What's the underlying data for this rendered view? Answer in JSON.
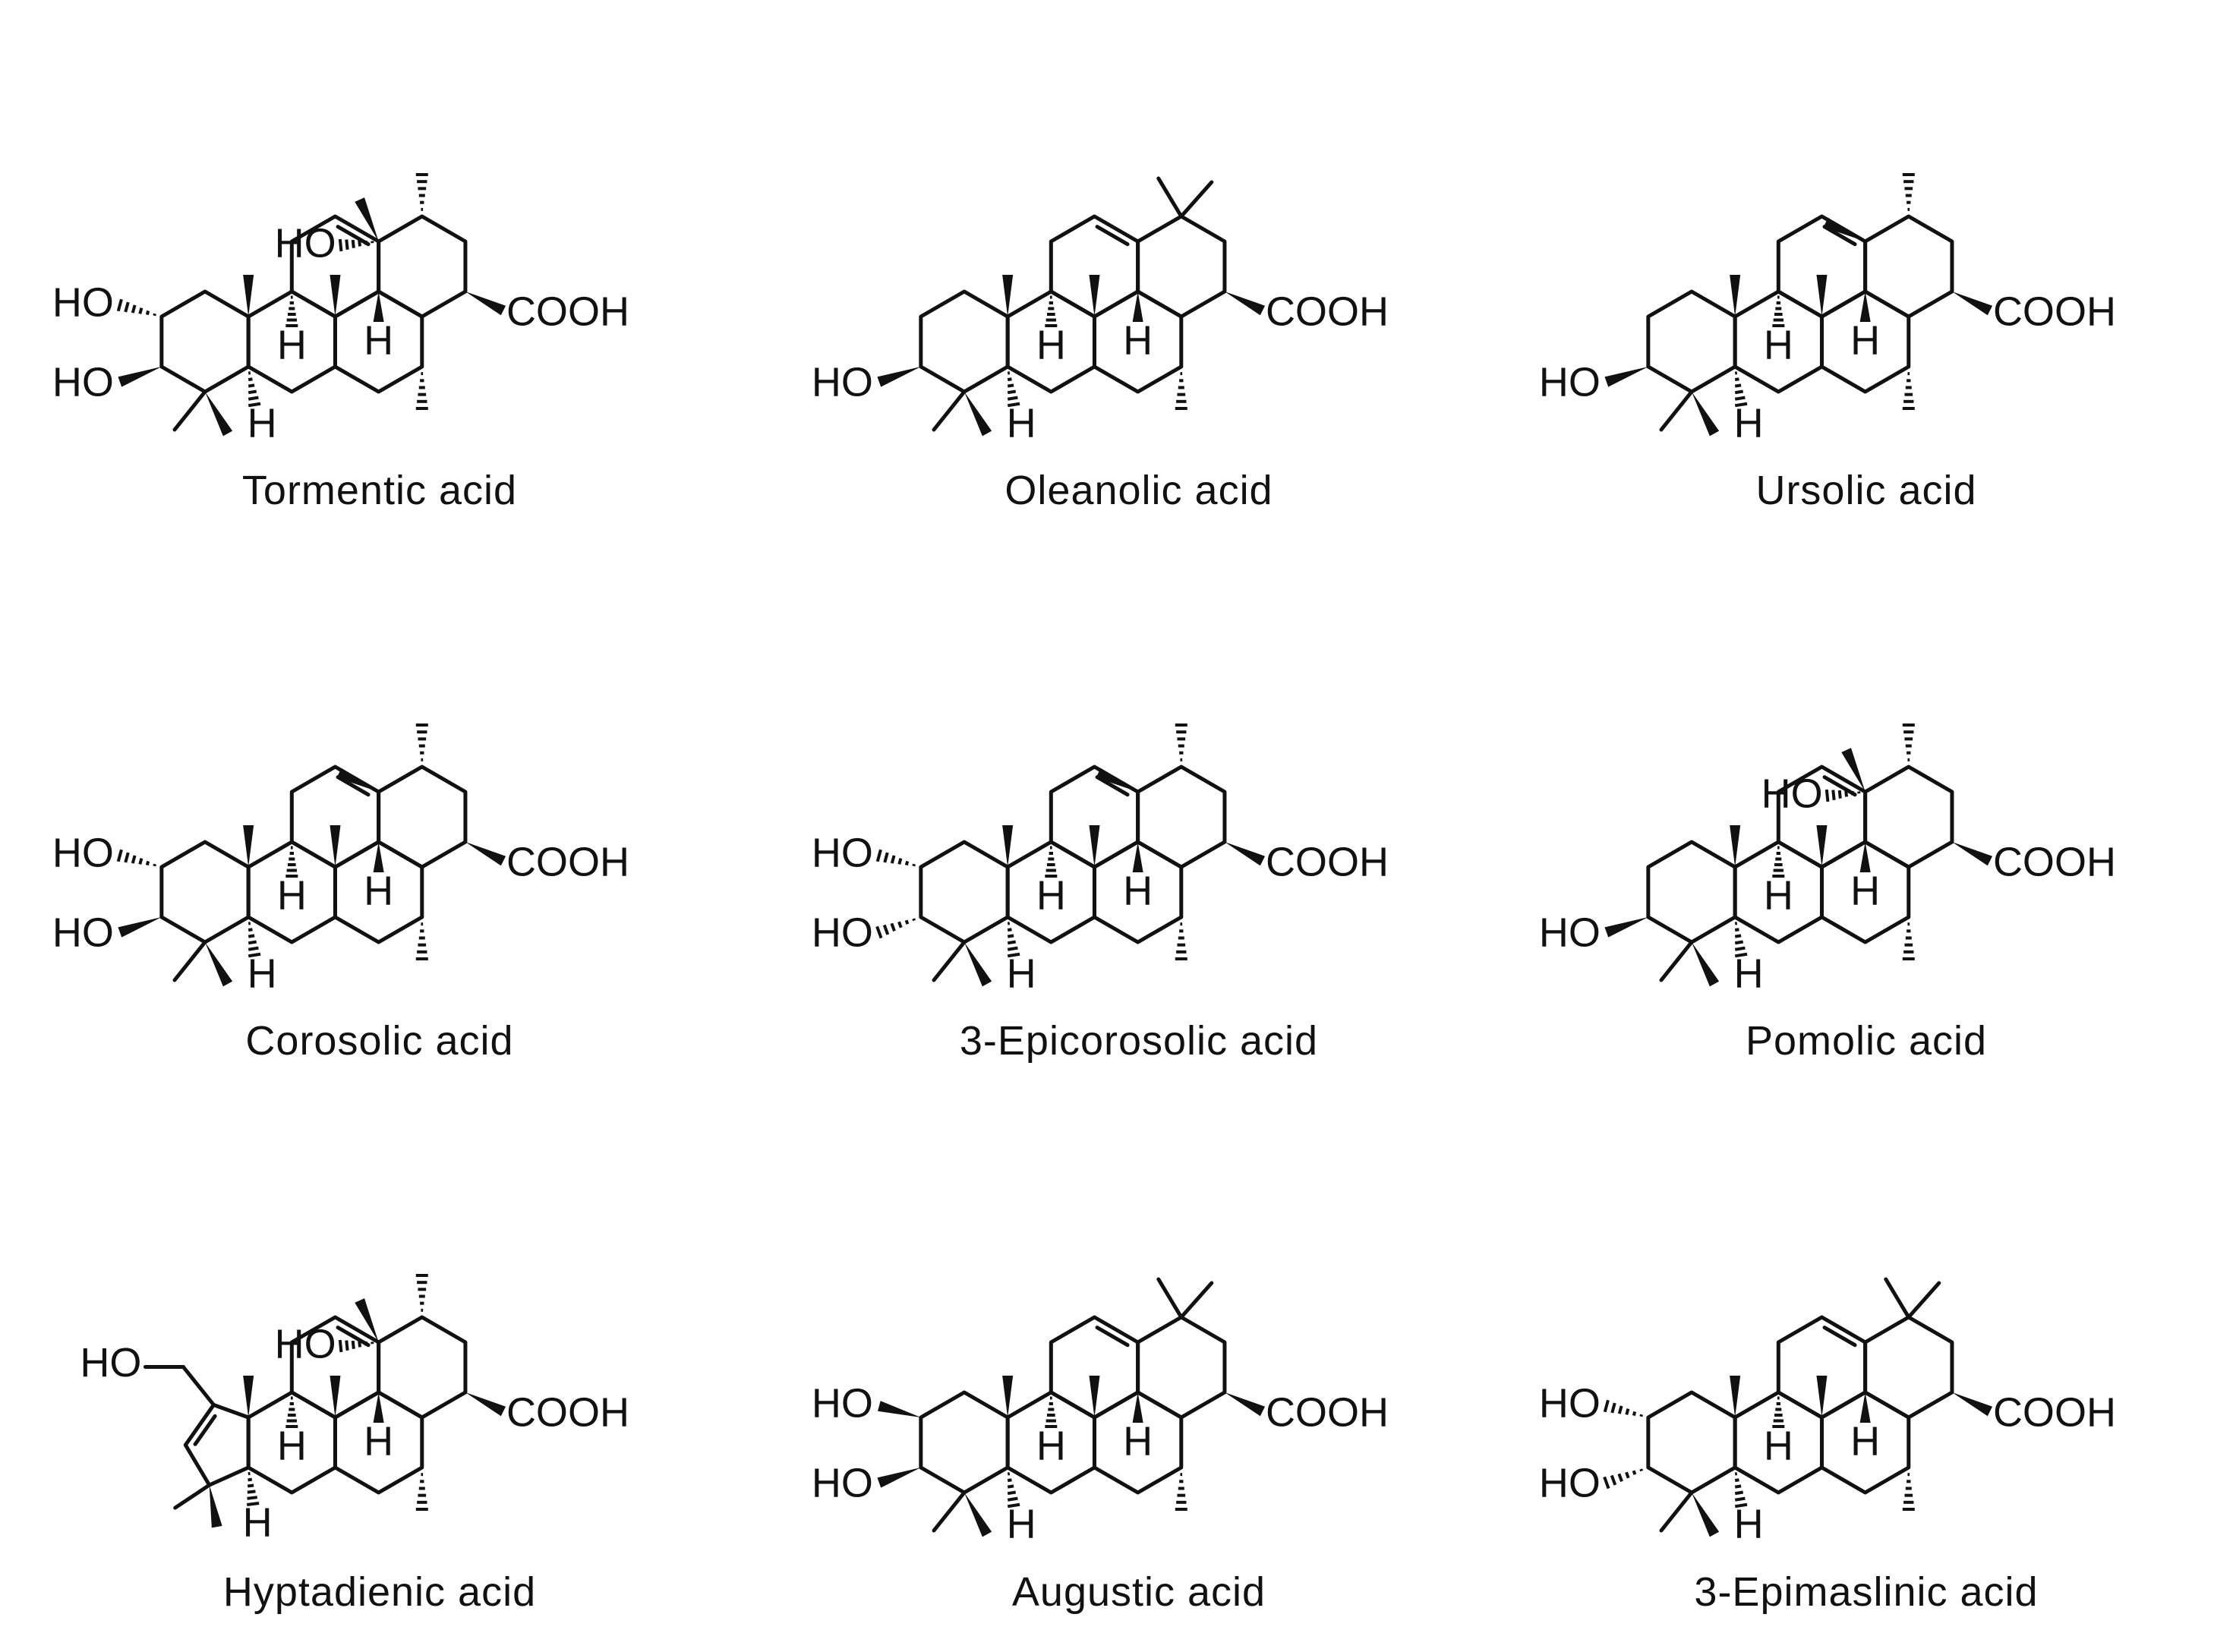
{
  "compounds": [
    {
      "name": "Tormentic acid",
      "ring_a": "2a3b",
      "e_ring": "ursane",
      "c19_oh": true,
      "a_ring_five": false
    },
    {
      "name": "Oleanolic acid",
      "ring_a": "3b",
      "e_ring": "oleanane",
      "c19_oh": false,
      "a_ring_five": false
    },
    {
      "name": "Ursolic acid",
      "ring_a": "3b",
      "e_ring": "ursane",
      "c19_oh": false,
      "a_ring_five": false
    },
    {
      "name": "Corosolic acid",
      "ring_a": "2a3b",
      "e_ring": "ursane",
      "c19_oh": false,
      "a_ring_five": false
    },
    {
      "name": "3-Epicorosolic acid",
      "ring_a": "2a3a",
      "e_ring": "ursane",
      "c19_oh": false,
      "a_ring_five": false
    },
    {
      "name": "Pomolic acid",
      "ring_a": "3b",
      "e_ring": "ursane",
      "c19_oh": true,
      "a_ring_five": false
    },
    {
      "name": "Hyptadienic acid",
      "ring_a": "contracted",
      "e_ring": "ursane",
      "c19_oh": true,
      "a_ring_five": true
    },
    {
      "name": "Augustic acid",
      "ring_a": "2b3b",
      "e_ring": "oleanane",
      "c19_oh": false,
      "a_ring_five": false
    },
    {
      "name": "3-Epimaslinic acid",
      "ring_a": "2a3a",
      "e_ring": "oleanane",
      "c19_oh": false,
      "a_ring_five": false
    }
  ],
  "atoms": {
    "ho": "HO",
    "cooh": "COOH",
    "h": "H"
  },
  "colors": {
    "ink": "#111111",
    "background": "#ffffff"
  }
}
